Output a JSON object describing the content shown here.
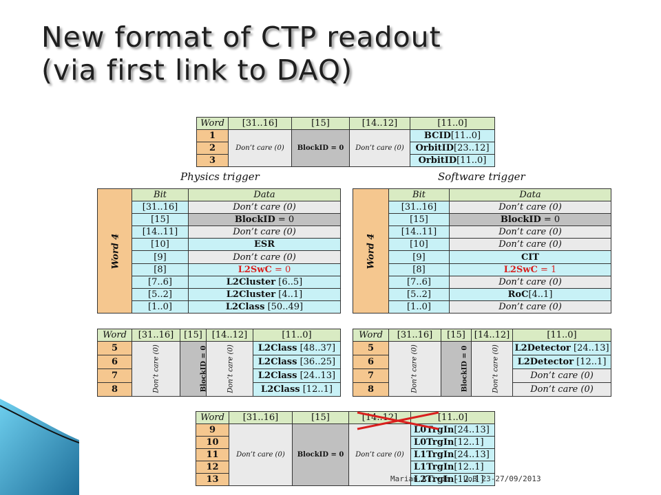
{
  "title": {
    "line1": "New format of CTP readout",
    "line2": "(via first link to DAQ)"
  },
  "top_table": {
    "headers": [
      "Word",
      "[31..16]",
      "[15]",
      "[14..12]",
      "[11..0]"
    ],
    "words": [
      "1",
      "2",
      "3"
    ],
    "dont_care": "Don’t care (0)",
    "block_id": "BlockID = 0",
    "data": [
      {
        "name": "BCID",
        "range": "[11..0]"
      },
      {
        "name": "OrbitID",
        "range": "[23..12]"
      },
      {
        "name": "OrbitID",
        "range": "[11..0]"
      }
    ]
  },
  "physics": {
    "caption": "Physics trigger",
    "word_label": "Word 4",
    "headers": [
      "Bit",
      "Data"
    ],
    "rows": [
      {
        "bit": "[31..16]",
        "name": "",
        "value": "Don’t care (0)",
        "style": "dc"
      },
      {
        "bit": "[15]",
        "name": "BlockID",
        "value": " = 0",
        "style": "bk"
      },
      {
        "bit": "[14..11]",
        "name": "",
        "value": "Don’t care (0)",
        "style": "dc"
      },
      {
        "bit": "[10]",
        "name": "ESR",
        "value": "",
        "style": "cy"
      },
      {
        "bit": "[9]",
        "name": "",
        "value": "Don’t care (0)",
        "style": "dc"
      },
      {
        "bit": "[8]",
        "name": "L2SwC",
        "value": " = 0",
        "style": "red"
      },
      {
        "bit": "[7..6]",
        "name": "L2Cluster",
        "value": " [6..5]",
        "style": "cy"
      },
      {
        "bit": "[5..2]",
        "name": "L2Cluster",
        "value": " [4..1]",
        "style": "cy"
      },
      {
        "bit": "[1..0]",
        "name": "L2Class",
        "value": " [50..49]",
        "style": "cy"
      }
    ]
  },
  "software": {
    "caption": "Software trigger",
    "word_label": "Word 4",
    "headers": [
      "Bit",
      "Data"
    ],
    "rows": [
      {
        "bit": "[31..16]",
        "name": "",
        "value": "Don’t care (0)",
        "style": "dc"
      },
      {
        "bit": "[15]",
        "name": "BlockID",
        "value": " = 0",
        "style": "bk"
      },
      {
        "bit": "[14..11]",
        "name": "",
        "value": "Don’t care (0)",
        "style": "dc"
      },
      {
        "bit": "[10]",
        "name": "",
        "value": "Don’t care (0)",
        "style": "dc"
      },
      {
        "bit": "[9]",
        "name": "CIT",
        "value": "",
        "style": "cy"
      },
      {
        "bit": "[8]",
        "name": "L2SwC",
        "value": " = 1",
        "style": "red"
      },
      {
        "bit": "[7..6]",
        "name": "",
        "value": "Don’t care (0)",
        "style": "dc"
      },
      {
        "bit": "[5..2]",
        "name": "RoC",
        "value": "[4..1]",
        "style": "cy"
      },
      {
        "bit": "[1..0]",
        "name": "",
        "value": "Don’t care (0)",
        "style": "dc"
      }
    ]
  },
  "physics_words": {
    "headers": [
      "Word",
      "[31..16]",
      "[15]",
      "[14..12]",
      "[11..0]"
    ],
    "words": [
      "5",
      "6",
      "7",
      "8"
    ],
    "dont_care": "Don’t care (0)",
    "block_id": "BlockID = 0",
    "data": [
      {
        "name": "L2Class",
        "range": " [48..37]",
        "style": "cy"
      },
      {
        "name": "L2Class",
        "range": " [36..25]",
        "style": "cy"
      },
      {
        "name": "L2Class",
        "range": " [24..13]",
        "style": "cy"
      },
      {
        "name": "L2Class",
        "range": " [12..1]",
        "style": "cy"
      }
    ]
  },
  "software_words": {
    "headers": [
      "Word",
      "[31..16]",
      "[15]",
      "[14..12]",
      "[11..0]"
    ],
    "words": [
      "5",
      "6",
      "7",
      "8"
    ],
    "dont_care": "Don’t care (0)",
    "block_id": "BlockID = 0",
    "data": [
      {
        "name": "L2Detector",
        "range": " [24..13]",
        "style": "cy"
      },
      {
        "name": "L2Detector",
        "range": " [12..1]",
        "style": "cy"
      },
      {
        "name": "",
        "range": "Don’t care (0)",
        "style": "dc"
      },
      {
        "name": "",
        "range": "Don’t care (0)",
        "style": "dc"
      }
    ]
  },
  "bottom_table": {
    "headers": [
      "Word",
      "[31..16]",
      "[15]",
      "[14..12]",
      "[11..0]"
    ],
    "words": [
      "9",
      "10",
      "11",
      "12",
      "13"
    ],
    "dont_care": "Don’t care (0)",
    "block_id": "BlockID = 0",
    "data": [
      {
        "name": "L0TrgIn",
        "range": "[24..13]"
      },
      {
        "name": "L0TrgIn",
        "range": "[12..1]"
      },
      {
        "name": "L1TrgIn",
        "range": "[24..13]"
      },
      {
        "name": "L1TrgIn",
        "range": "[12..1]"
      },
      {
        "name": "L2TrgIn",
        "range": "[12..1]"
      }
    ]
  },
  "footer": {
    "author": "Marian Krivda - UoB",
    "date": "23-27/09/2013"
  },
  "colors": {
    "header": "#d9ebc3",
    "word": "#f5c78f",
    "dont_care": "#eaeaea",
    "block": "#c0c0c0",
    "data": "#c8f1f6",
    "red_cross": "#d9201e"
  }
}
